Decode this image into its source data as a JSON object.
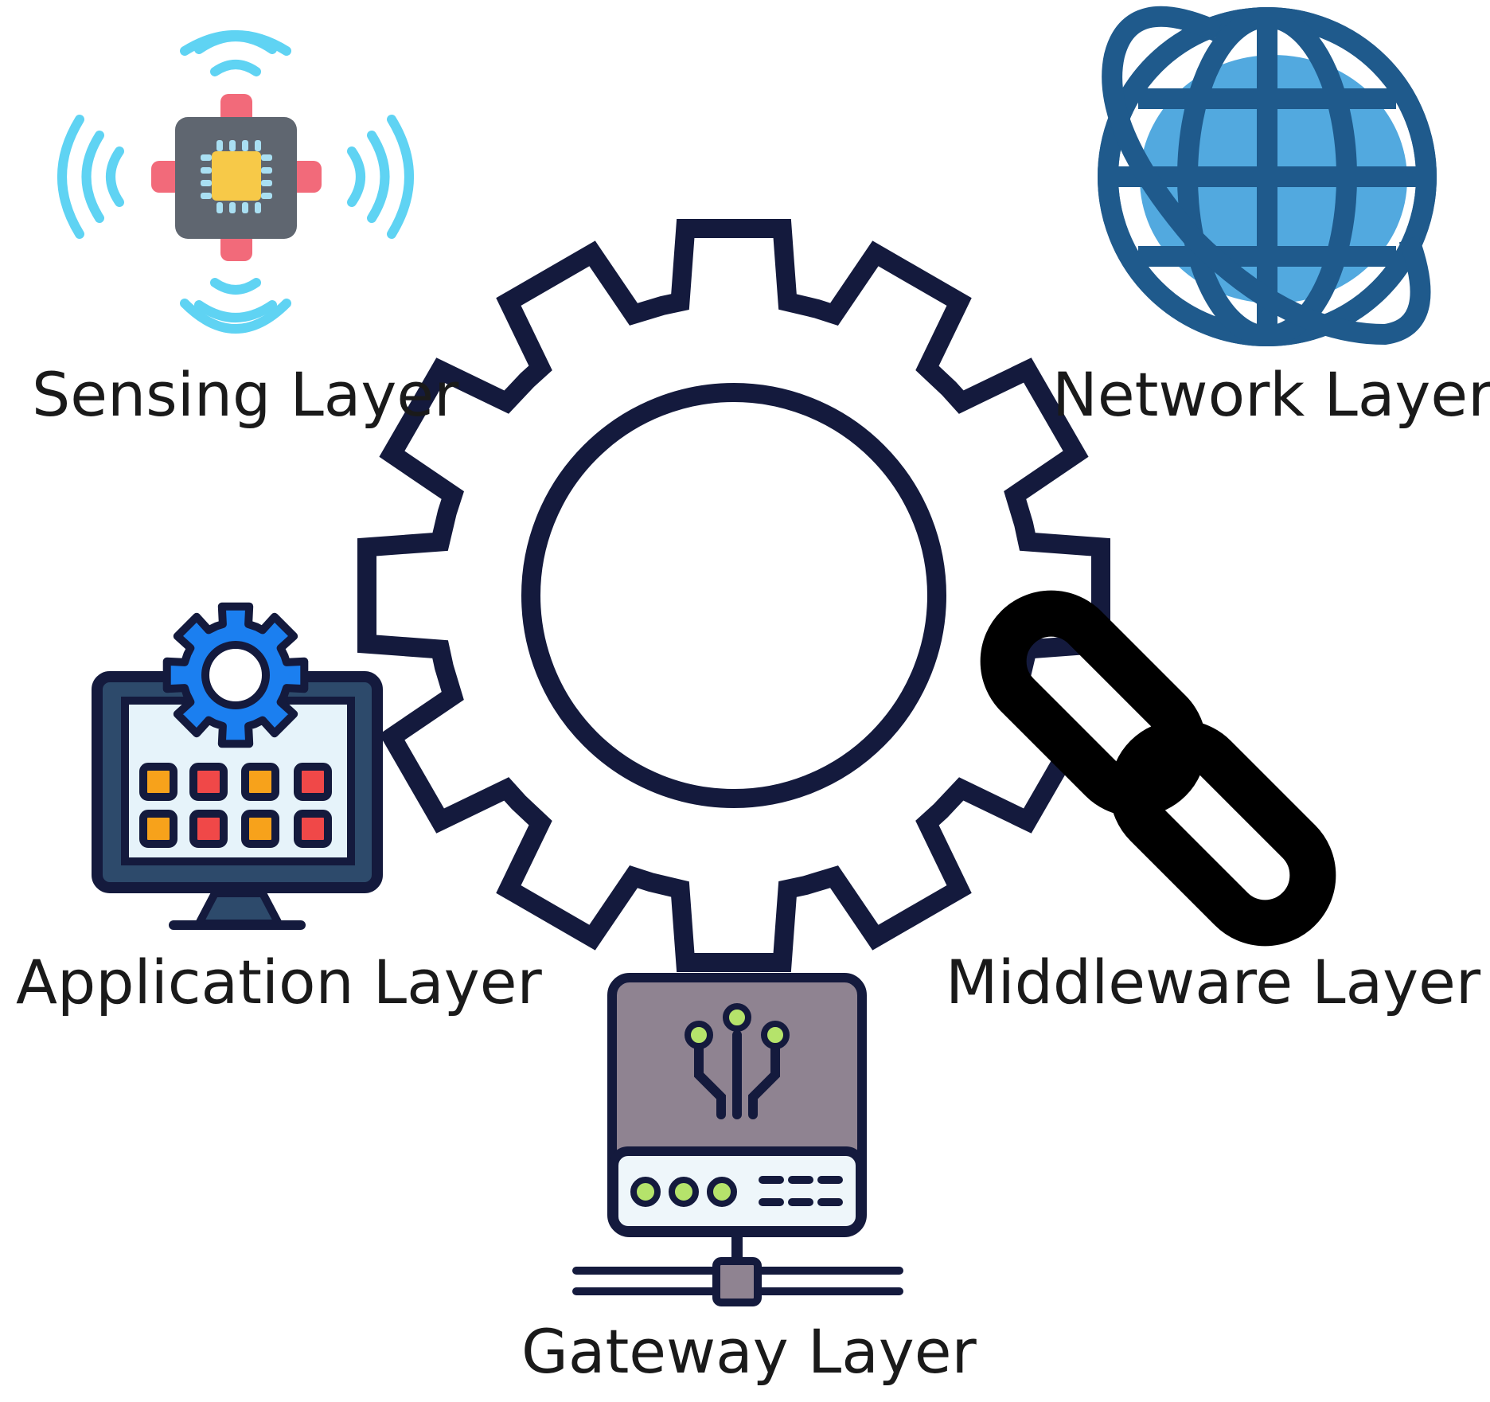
{
  "diagram": {
    "center": {
      "icon": "gear-icon",
      "stroke_color": "#141a3d"
    },
    "layers": [
      {
        "id": "sensing",
        "label": "Sensing Layer",
        "icon": "sensor-chip-icon"
      },
      {
        "id": "network",
        "label": "Network Layer",
        "icon": "globe-icon"
      },
      {
        "id": "application",
        "label": "Application Layer",
        "icon": "monitor-settings-icon"
      },
      {
        "id": "middleware",
        "label": "Middleware Layer",
        "icon": "chain-link-icon"
      },
      {
        "id": "gateway",
        "label": "Gateway Layer",
        "icon": "gateway-server-icon"
      }
    ]
  },
  "colors": {
    "outline": "#141a3d",
    "wave": "#5fd3f3",
    "chip_body": "#5f6670",
    "chip_core": "#f7c948",
    "chip_arm": "#f26a7a",
    "globe_fill": "#52a9df",
    "globe_stroke": "#1f5a8c",
    "app_gear": "#1b7ff0",
    "app_orange": "#f7a21b",
    "app_red": "#f04848",
    "gateway_top": "#8f8391",
    "gateway_led": "#b5e36b"
  }
}
